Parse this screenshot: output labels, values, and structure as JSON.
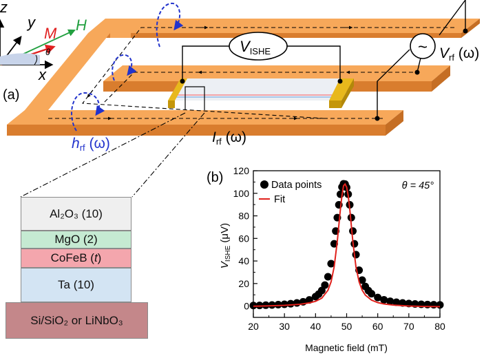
{
  "figure": {
    "panel_a": {
      "label": "(a)",
      "axes": {
        "z": "z",
        "y": "y",
        "x": "x",
        "m": "M",
        "h": "H",
        "theta": "θ"
      },
      "vishe": {
        "main": "V",
        "sub": "ISHE"
      },
      "vrf": {
        "main": "V",
        "sub": "rf",
        "arg": " (ω)"
      },
      "hrf": {
        "main": "h",
        "sub": "rf",
        "arg": " (ω)"
      },
      "irf": {
        "main": "I",
        "sub": "rf",
        "arg": " (ω)"
      },
      "source_symbol": "~"
    },
    "stack": {
      "layers": [
        {
          "text": "Al₂O₃ (10)",
          "color": "#efefef"
        },
        {
          "text": "MgO (2)",
          "color": "#c5ead2"
        },
        {
          "text_pre": "CoFeB (",
          "text_it": "t",
          "text_post": ")",
          "color": "#f4a6ad"
        },
        {
          "text": "Ta (10)",
          "color": "#d3e4f3"
        }
      ],
      "substrate": {
        "text": "Si/SiO₂ or LiNbO₃",
        "color": "#c4878a"
      }
    },
    "panel_b": {
      "label": "(b)",
      "annotation": "θ = 45°",
      "ylabel_main": "V",
      "ylabel_sub": "ISHE",
      "ylabel_unit": " (μV)",
      "xlabel": "Magnetic field (mT)"
    }
  },
  "chart_data": {
    "type": "scatter",
    "xlabel": "Magnetic field (mT)",
    "ylabel": "VISHE (μV)",
    "xlim": [
      20,
      80
    ],
    "ylim": [
      -10,
      120
    ],
    "x_ticks": [
      "20",
      "30",
      "40",
      "50",
      "60",
      "70",
      "80"
    ],
    "y_ticks": [
      "0",
      "20",
      "40",
      "60",
      "80",
      "100",
      "120"
    ],
    "legend": {
      "position": "top-left",
      "entries": [
        "Data points",
        "Fit"
      ]
    },
    "annotation": "θ = 45°",
    "grid": false,
    "fit_parameters": {
      "center": 49.5,
      "half_width": 2.9,
      "peak": 109,
      "offset": -0.8
    },
    "series": [
      {
        "name": "Data points",
        "style": "markers",
        "color": "#000000",
        "x": [
          20,
          22,
          24,
          26,
          28,
          30,
          32,
          34,
          36,
          38,
          40,
          41,
          42,
          43,
          44,
          45,
          46,
          46.5,
          47,
          47.5,
          48,
          48.5,
          49,
          49.5,
          50,
          50.5,
          51,
          51.5,
          52,
          52.5,
          53,
          54,
          55,
          56,
          57,
          58,
          60,
          62,
          64,
          66,
          68,
          70,
          72,
          74,
          76,
          78,
          80
        ],
        "y": [
          0.5,
          0.6,
          0.8,
          1.0,
          1.3,
          1.6,
          2.1,
          2.8,
          3.8,
          5.5,
          8.4,
          10.6,
          13.8,
          18.6,
          26.0,
          37.6,
          55.2,
          66.5,
          78.4,
          89.8,
          99.2,
          105.6,
          108.4,
          108.2,
          105.2,
          99.2,
          89.8,
          78.4,
          66.5,
          55.2,
          45.6,
          31.8,
          23.0,
          17.4,
          13.7,
          11.0,
          7.6,
          5.6,
          4.3,
          3.4,
          2.8,
          2.3,
          1.9,
          1.6,
          1.4,
          1.2,
          1.1
        ]
      },
      {
        "name": "Fit",
        "style": "line",
        "color": "#e0201b",
        "x": [
          20,
          25,
          30,
          35,
          38,
          40,
          42,
          44,
          45,
          46,
          47,
          48,
          48.5,
          49,
          49.5,
          50,
          50.5,
          51,
          52,
          53,
          54,
          55,
          56,
          58,
          60,
          62,
          65,
          70,
          75,
          80
        ],
        "y": [
          -0.1,
          0.2,
          0.7,
          1.6,
          2.9,
          4.2,
          7.0,
          14.1,
          21.5,
          34.9,
          57.4,
          86.2,
          97.9,
          106.7,
          108.2,
          105.5,
          97.9,
          86.2,
          57.4,
          34.9,
          21.5,
          14.1,
          9.8,
          5.3,
          3.1,
          1.9,
          0.9,
          0.1,
          -0.3,
          -0.5
        ]
      }
    ]
  }
}
